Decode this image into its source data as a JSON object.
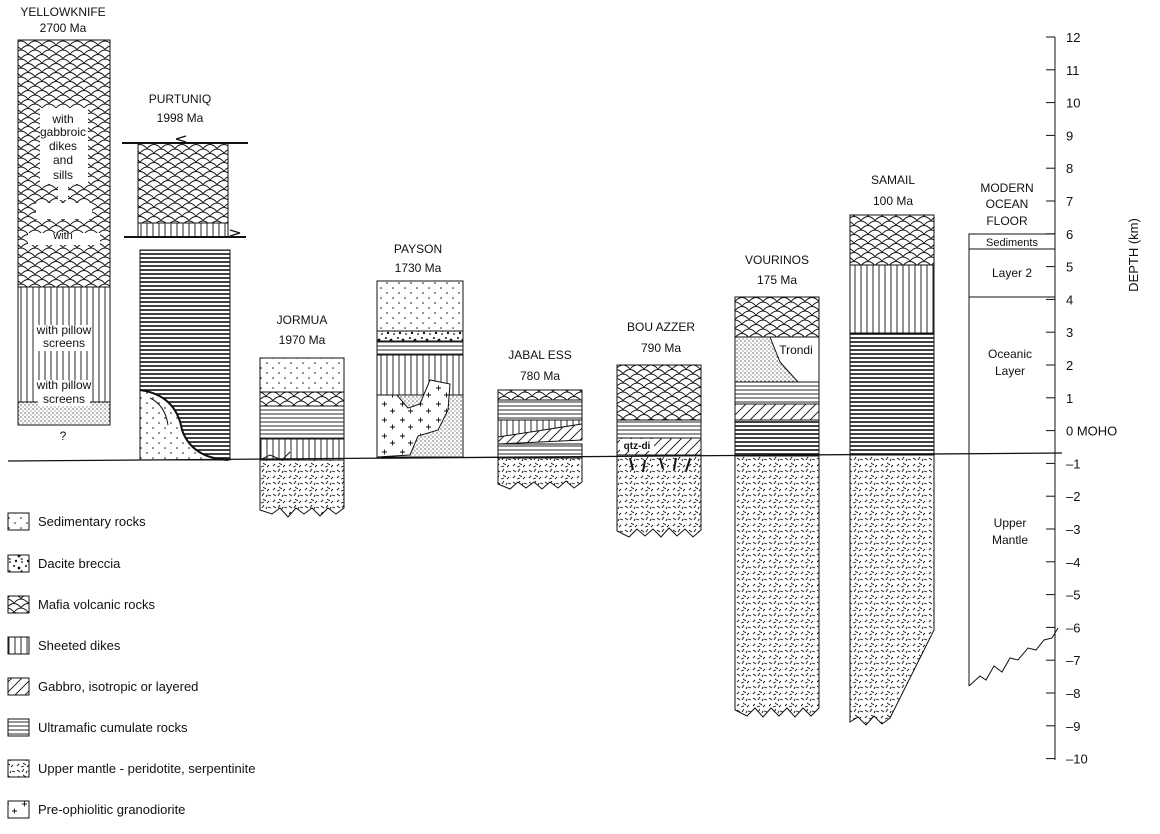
{
  "sections": [
    {
      "name": "YELLOWKNIFE",
      "age": "2700 Ma",
      "notes": [
        "with",
        "gabbroic",
        "dikes",
        "and",
        "sills",
        "with pillow",
        "screens",
        "with pillow",
        "screens",
        "?"
      ]
    },
    {
      "name": "PURTUNIQ",
      "age": "1998 Ma"
    },
    {
      "name": "JORMUA",
      "age": "1970 Ma"
    },
    {
      "name": "PAYSON",
      "age": "1730 Ma"
    },
    {
      "name": "JABAL ESS",
      "age": "780 Ma"
    },
    {
      "name": "BOU AZZER",
      "age": "790 Ma",
      "notes": [
        "qtz-di"
      ]
    },
    {
      "name": "VOURINOS",
      "age": "175 Ma",
      "notes": [
        "Trondi"
      ]
    },
    {
      "name": "SAMAIL",
      "age": "100 Ma"
    },
    {
      "name": "MODERN OCEAN FLOOR",
      "title_lines": [
        "MODERN",
        "OCEAN",
        "FLOOR"
      ],
      "notes": [
        "Sediments",
        "Layer 2",
        "Oceanic",
        "Layer",
        "Upper",
        "Mantle"
      ]
    }
  ],
  "axis": {
    "label": "DEPTH  (km)",
    "moho_label": "0  MOHO",
    "ticks": [
      "12",
      "11",
      "10",
      "9",
      "8",
      "7",
      "6",
      "5",
      "4",
      "3",
      "2",
      "1",
      "0",
      "–1",
      "–2",
      "–3",
      "–4",
      "–5",
      "–6",
      "–7",
      "–8",
      "–9",
      "–10"
    ]
  },
  "legend": [
    {
      "icon": "sedimentary-pattern",
      "label": "Sedimentary rocks"
    },
    {
      "icon": "breccia-pattern",
      "label": "Dacite breccia"
    },
    {
      "icon": "scale-pattern",
      "label": "Mafia volcanic rocks"
    },
    {
      "icon": "vertical-lines-pattern",
      "label": "Sheeted dikes"
    },
    {
      "icon": "diagonal-pattern",
      "label": "Gabbro, isotropic or layered"
    },
    {
      "icon": "horizontal-lines-pattern",
      "label": "Ultramafic cumulate rocks"
    },
    {
      "icon": "dash-pattern",
      "label": "Upper mantle - peridotite, serpentinite"
    },
    {
      "icon": "cross-pattern",
      "label": "Pre-ophiolitic granodiorite"
    }
  ]
}
